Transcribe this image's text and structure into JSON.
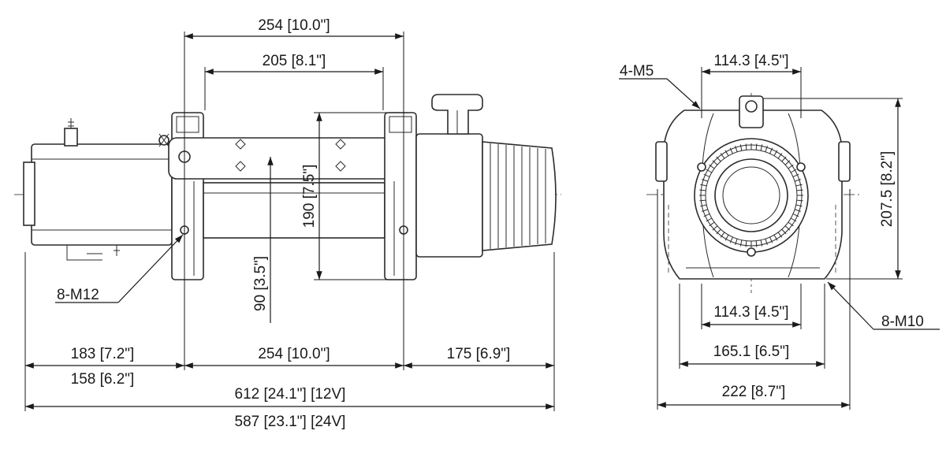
{
  "side_view": {
    "dims": {
      "top_outer": "254 [10.0\"]",
      "top_inner": "205 [8.1\"]",
      "vertical_190": "190 [7.5\"]",
      "vertical_90": "90 [3.5\"]",
      "left_183": "183 [7.2\"]",
      "left_158": "158 [6.2\"]",
      "mid_254": "254 [10.0\"]",
      "right_175": "175 [6.9\"]",
      "total_612": "612 [24.1\"] [12V]",
      "total_587": "587 [23.1\"] [24V]"
    },
    "callouts": {
      "bolt": "8-M12"
    }
  },
  "end_view": {
    "dims": {
      "top_114": "114.3 [4.5\"]",
      "height_207": "207.5 [8.2\"]",
      "bottom_114": "114.3 [4.5\"]",
      "bottom_165": "165.1 [6.5\"]",
      "width_222": "222 [8.7\"]"
    },
    "callouts": {
      "top_screws": "4-M5",
      "base_bolts": "8-M10"
    }
  },
  "colors": {
    "line": "#1a1a1a",
    "background": "#ffffff"
  }
}
